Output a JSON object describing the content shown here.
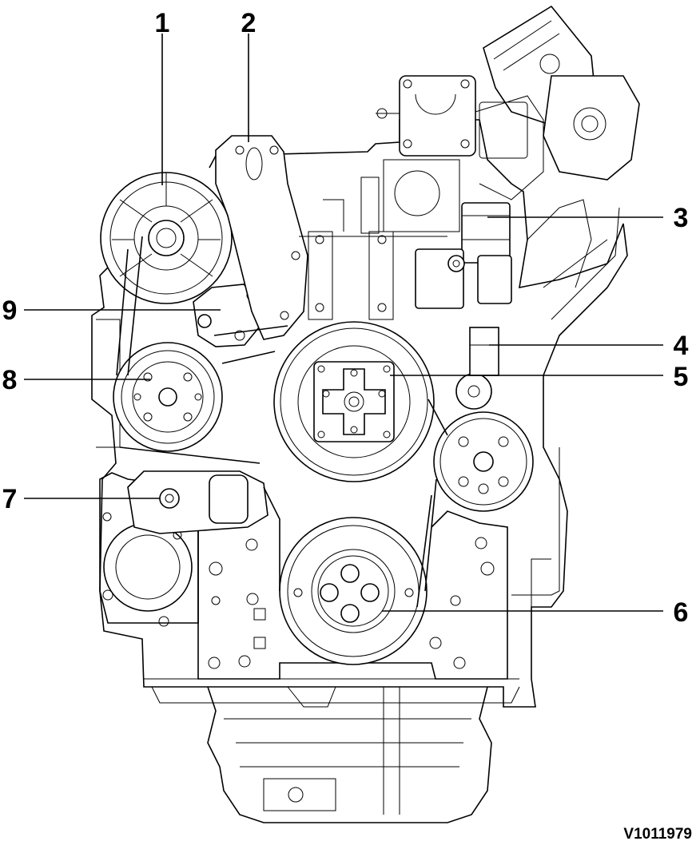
{
  "figure_id": "V1011979",
  "callouts": [
    {
      "label": "1"
    },
    {
      "label": "2"
    },
    {
      "label": "3"
    },
    {
      "label": "4"
    },
    {
      "label": "5"
    },
    {
      "label": "6"
    },
    {
      "label": "7"
    },
    {
      "label": "8"
    },
    {
      "label": "9"
    }
  ],
  "colors": {
    "ink": "#000000",
    "paper": "#ffffff"
  }
}
